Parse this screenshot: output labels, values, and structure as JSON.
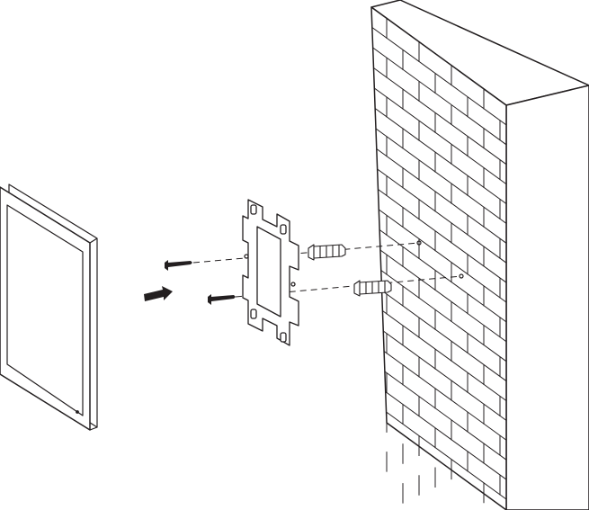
{
  "colors": {
    "line": "#231f20",
    "background": "#ffffff",
    "fill": "#ffffff"
  },
  "parts": [
    "monitor",
    "mounting-bracket",
    "screws",
    "wall-anchors",
    "brick-wall",
    "direction-arrow"
  ]
}
